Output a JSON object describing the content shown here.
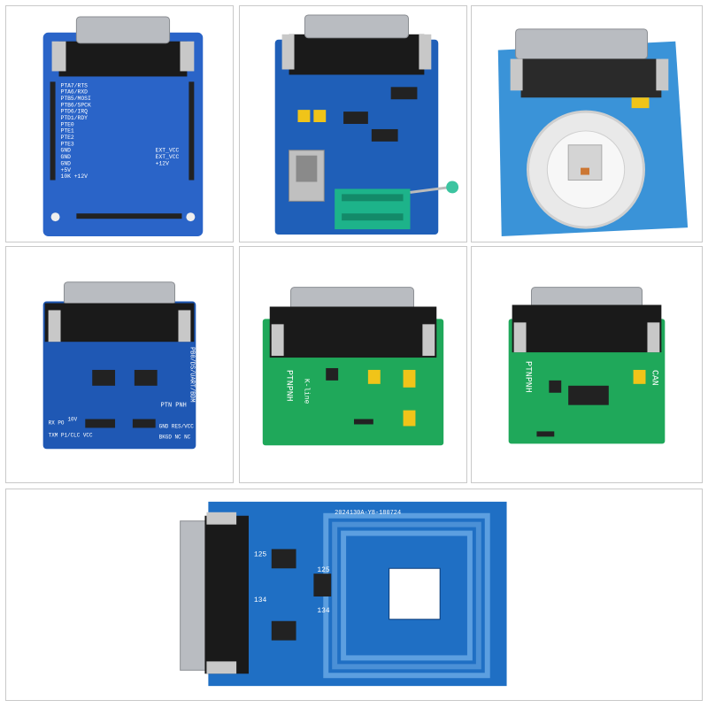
{
  "boards": [
    {
      "pins_left": [
        "PTA7/RTS",
        "PTA6/RXD",
        "PTB5/MOSI",
        "PTB6/SPCK",
        "PTD6/IRQ",
        "PTD1/RDY",
        "PTE0",
        "PTE1",
        "PTE2",
        "PTE3",
        "GND",
        "GND",
        "GND",
        "+5V",
        "10K +12V"
      ],
      "pins_right": [
        "EXT_VCC",
        "EXT_VCC",
        "+12V"
      ],
      "color": "#2a64c8"
    },
    {
      "color": "#1f5fb8"
    },
    {
      "color": "#3a93d8"
    },
    {
      "labels": [
        "PB0/DS/UART/BDM",
        "PTN PNH",
        "RX PO",
        "TXM P1/CLC VCC",
        "GND RES/VCC",
        "BKGD NC NC",
        "10V"
      ],
      "color": "#1f58b4"
    },
    {
      "labels": [
        "PTNPNH",
        "K-line"
      ],
      "color": "#1fa85a"
    },
    {
      "labels": [
        "PTNPNH",
        "CAN"
      ],
      "color": "#1fa85a"
    },
    {
      "labels": [
        "2024130A-Y8-180724",
        "125",
        "134",
        "125",
        "134"
      ],
      "color": "#1f6fc4"
    }
  ]
}
